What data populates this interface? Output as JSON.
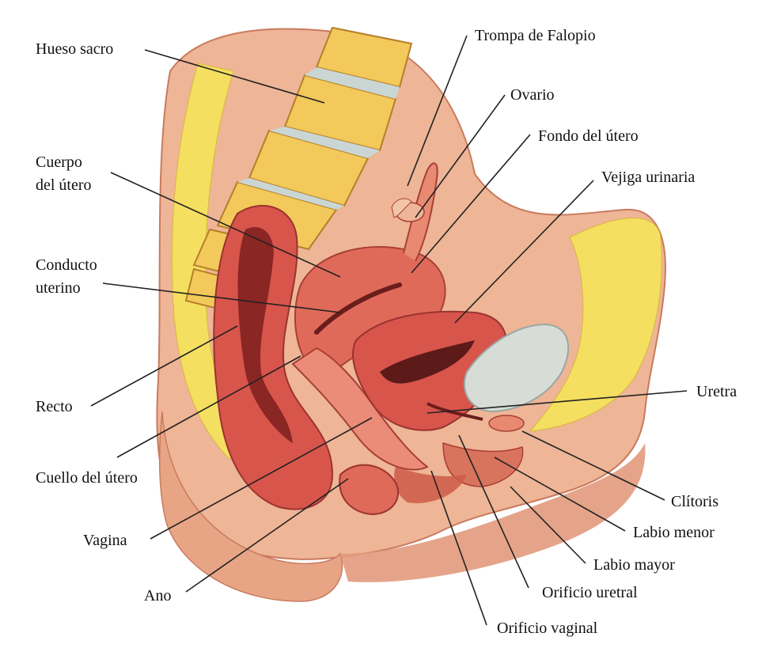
{
  "labels": {
    "hueso_sacro": "Hueso sacro",
    "cuerpo_utero_1": "Cuerpo",
    "cuerpo_utero_2": "del útero",
    "conducto_uterino_1": "Conducto",
    "conducto_uterino_2": "uterino",
    "recto": "Recto",
    "cuello_utero": "Cuello del útero",
    "vagina": "Vagina",
    "ano": "Ano",
    "trompa_falopio": "Trompa de Falopio",
    "ovario": "Ovario",
    "fondo_utero": "Fondo del útero",
    "vejiga_urinaria": "Vejiga urinaria",
    "uretra": "Uretra",
    "clitoris": "Clítoris",
    "labio_menor": "Labio menor",
    "labio_mayor": "Labio mayor",
    "orificio_uretral": "Orificio uretral",
    "orificio_vaginal": "Orificio vaginal"
  },
  "colors": {
    "skin": "#e9a888",
    "skin_dark": "#c97a5e",
    "bone": "#f2c95a",
    "bone_dots": "#c98b2a",
    "fat": "#f5df60",
    "muscle": "#d8554c",
    "muscle_light": "#eb8c78",
    "cavity": "#6b1d1c",
    "bladder": "#c9d2cf",
    "leader": "#222222"
  }
}
